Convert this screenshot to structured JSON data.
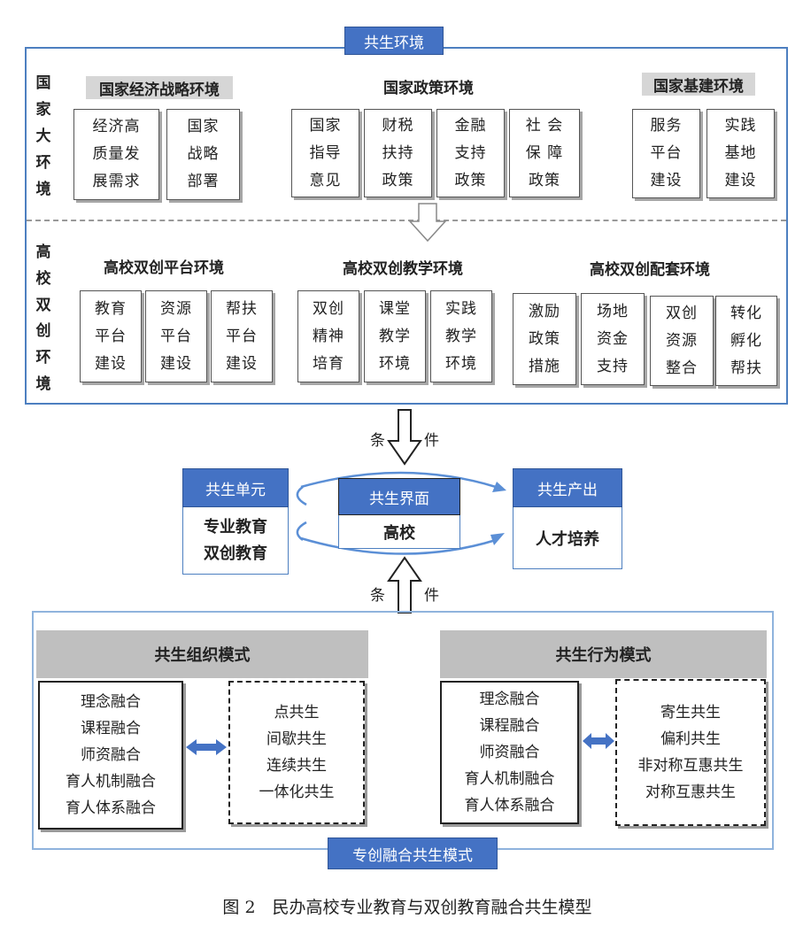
{
  "env": {
    "title": "共生环境",
    "national_label": [
      "国",
      "家",
      "大",
      "环",
      "境"
    ],
    "university_label": [
      "高",
      "校",
      "双",
      "创",
      "环",
      "境"
    ],
    "national_groups": [
      {
        "title": "国家经济战略环境",
        "items": [
          [
            "经济高",
            "质量发",
            "展需求"
          ],
          [
            "国家",
            "战略",
            "部署"
          ]
        ]
      },
      {
        "title": "国家政策环境",
        "items": [
          [
            "国家",
            "指导",
            "意见"
          ],
          [
            "财税",
            "扶持",
            "政策"
          ],
          [
            "金融",
            "支持",
            "政策"
          ],
          [
            "社 会",
            "保 障",
            "政策"
          ]
        ]
      },
      {
        "title": "国家基建环境",
        "items": [
          [
            "服务",
            "平台",
            "建设"
          ],
          [
            "实践",
            "基地",
            "建设"
          ]
        ]
      }
    ],
    "university_groups": [
      {
        "title": "高校双创平台环境",
        "items": [
          [
            "教育",
            "平台",
            "建设"
          ],
          [
            "资源",
            "平台",
            "建设"
          ],
          [
            "帮扶",
            "平台",
            "建设"
          ]
        ]
      },
      {
        "title": "高校双创教学环境",
        "items": [
          [
            "双创",
            "精神",
            "培育"
          ],
          [
            "课堂",
            "教学",
            "环境"
          ],
          [
            "实践",
            "教学",
            "环境"
          ]
        ]
      },
      {
        "title": "高校双创配套环境",
        "items": [
          [
            "激励",
            "政策",
            "措施"
          ],
          [
            "场地",
            "资金",
            "支持"
          ],
          [
            "双创",
            "资源",
            "整合"
          ],
          [
            "转化",
            "孵化",
            "帮扶"
          ]
        ]
      }
    ]
  },
  "middle": {
    "condition_top": [
      "条",
      "件"
    ],
    "condition_bottom": [
      "条",
      "件"
    ],
    "unit": {
      "title": "共生单元",
      "lines": [
        "专业教育",
        "双创教育"
      ]
    },
    "interface": {
      "title": "共生界面",
      "text": "高校"
    },
    "output": {
      "title": "共生产出",
      "text": "人才培养"
    }
  },
  "modes": {
    "title": "专创融合共生模式",
    "org": {
      "title": "共生组织模式",
      "left": [
        "理念融合",
        "课程融合",
        "师资融合",
        "育人机制融合",
        "育人体系融合"
      ],
      "right": [
        "点共生",
        "间歇共生",
        "连续共生",
        "一体化共生"
      ]
    },
    "behavior": {
      "title": "共生行为模式",
      "left": [
        "理念融合",
        "课程融合",
        "师资融合",
        "育人机制融合",
        "育人体系融合"
      ],
      "right": [
        "寄生共生",
        "偏利共生",
        "非对称互惠共生",
        "对称互惠共生"
      ]
    }
  },
  "caption": "图 2　民办高校专业教育与双创教育融合共生模型"
}
